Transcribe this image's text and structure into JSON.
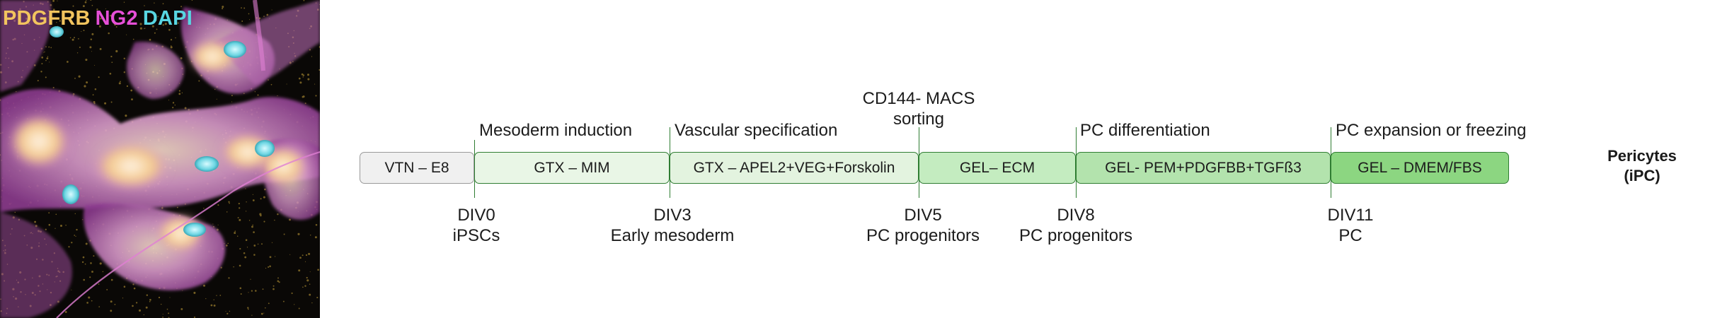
{
  "stain_legend": {
    "labels": [
      {
        "text": "PDGFRB",
        "color": "#f2c45e"
      },
      {
        "text": "NG2",
        "color": "#e64fd8"
      },
      {
        "text": "DAPI",
        "color": "#58d6e2"
      }
    ]
  },
  "timeline": {
    "stages": [
      {
        "label": "VTN – E8",
        "fill": "#f0f0f0",
        "border": "#9a9a9a"
      },
      {
        "label": "GTX – MIM",
        "fill": "#e9f6e6",
        "border": "#2f7d32"
      },
      {
        "label": "GTX – APEL2+VEG+Forskolin",
        "fill": "#e3f3df",
        "border": "#2f7d32"
      },
      {
        "label": "GEL– ECM",
        "fill": "#c4ecc0",
        "border": "#2f7d32"
      },
      {
        "label": "GEL- PEM+PDGFBB+TGFß3",
        "fill": "#b3e3ad",
        "border": "#2f7d32"
      },
      {
        "label": "GEL – DMEM/FBS",
        "fill": "#8cd681",
        "border": "#2f7d32"
      }
    ],
    "phases": [
      "Mesoderm induction",
      "Vascular specification",
      [
        "CD144- MACS",
        "sorting"
      ],
      "PC differentiation",
      "PC expansion or freezing"
    ],
    "milestones": [
      {
        "day": "DIV0",
        "state": "iPSCs"
      },
      {
        "day": "DIV3",
        "state": "Early mesoderm"
      },
      {
        "day": "DIV5",
        "state": "PC progenitors"
      },
      {
        "day": "DIV8",
        "state": "PC progenitors"
      },
      {
        "day": "DIV11",
        "state": "PC"
      }
    ],
    "outcome": [
      "Pericytes",
      "(iPC)"
    ]
  }
}
